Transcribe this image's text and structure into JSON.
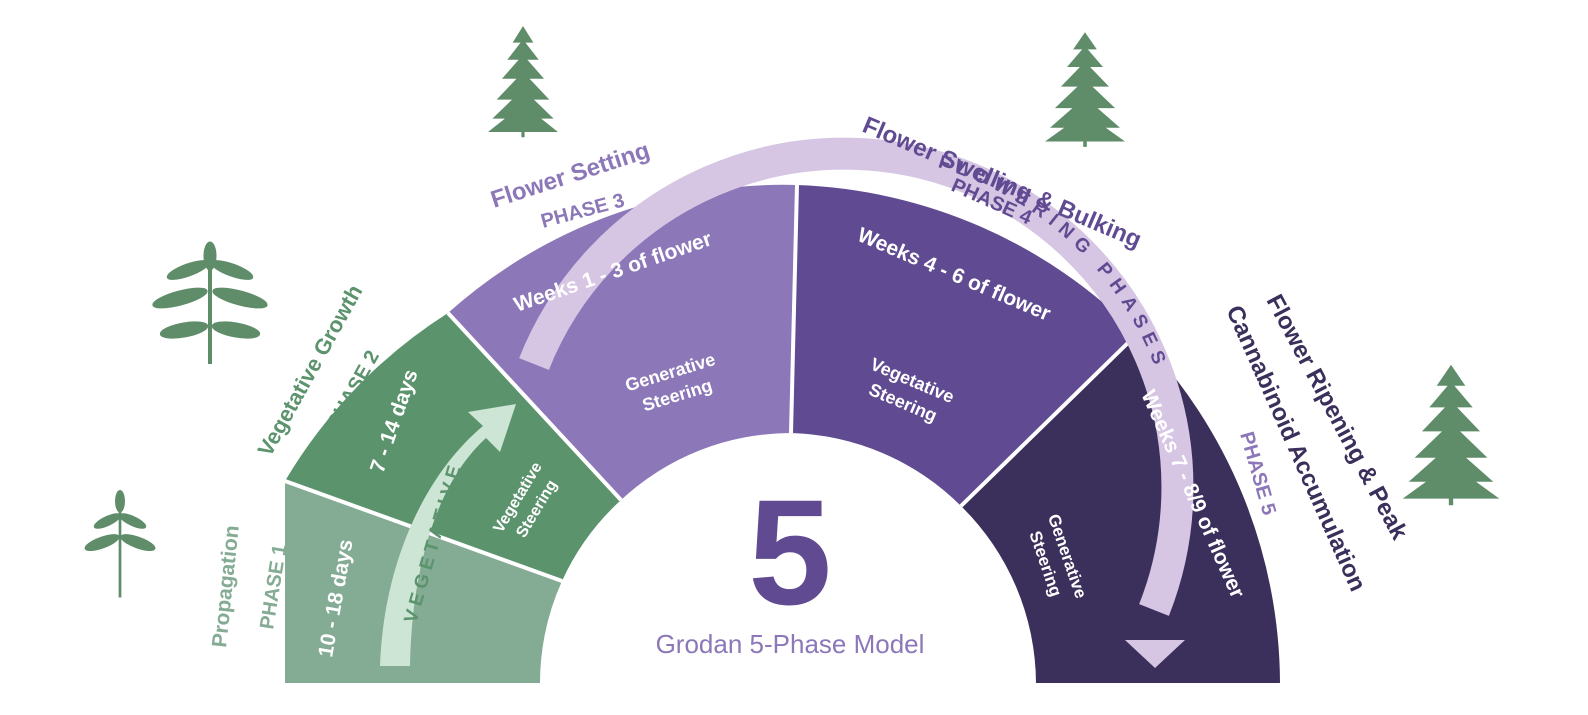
{
  "title": "Grodan 5-Phase Model",
  "center_number": "5",
  "colors": {
    "phase1": "#84ab94",
    "phase2": "#5b936d",
    "phase3": "#8c77b8",
    "phase4": "#604b92",
    "phase5": "#3b2f5b",
    "light_green": "#cde5d5",
    "light_purple": "#d6c6e3",
    "green_label": "#5b936d",
    "green_label_light": "#84ab94",
    "purple_label": "#8c77b8",
    "dark_purple_label": "#3b2f5b",
    "plant": "#5f8c69"
  },
  "phases": [
    {
      "phase_label": "PHASE 1",
      "name": "Propagation",
      "duration": "10 - 18 days",
      "steering": "",
      "plant_icon": "seedling-icon"
    },
    {
      "phase_label": "PHASE 2",
      "name": "Vegetative Growth",
      "duration": "7 - 14 days",
      "steering": "Vegetative Steering",
      "plant_icon": "young-plant-icon"
    },
    {
      "phase_label": "PHASE 3",
      "name": "Flower Setting",
      "duration": "Weeks 1 - 3 of flower",
      "steering": "Generative Steering",
      "plant_icon": "flowering-plant-icon"
    },
    {
      "phase_label": "PHASE 4",
      "name": "Flower Swelling & Bulking",
      "duration": "Weeks 4 - 6 of flower",
      "steering": "Vegetative Steering",
      "plant_icon": "bulking-plant-icon"
    },
    {
      "phase_label": "PHASE 5",
      "name_line1": "Flower Ripening & Peak",
      "name_line2": "Cannabinoid Accumulation",
      "duration": "Weeks 7 - 8/9 of flower",
      "steering": "Generative Steering",
      "plant_icon": "mature-plant-icon"
    }
  ],
  "arrows": {
    "vegetative": "VEGETATIVE",
    "flowering": "FLOWERING PHASES"
  }
}
